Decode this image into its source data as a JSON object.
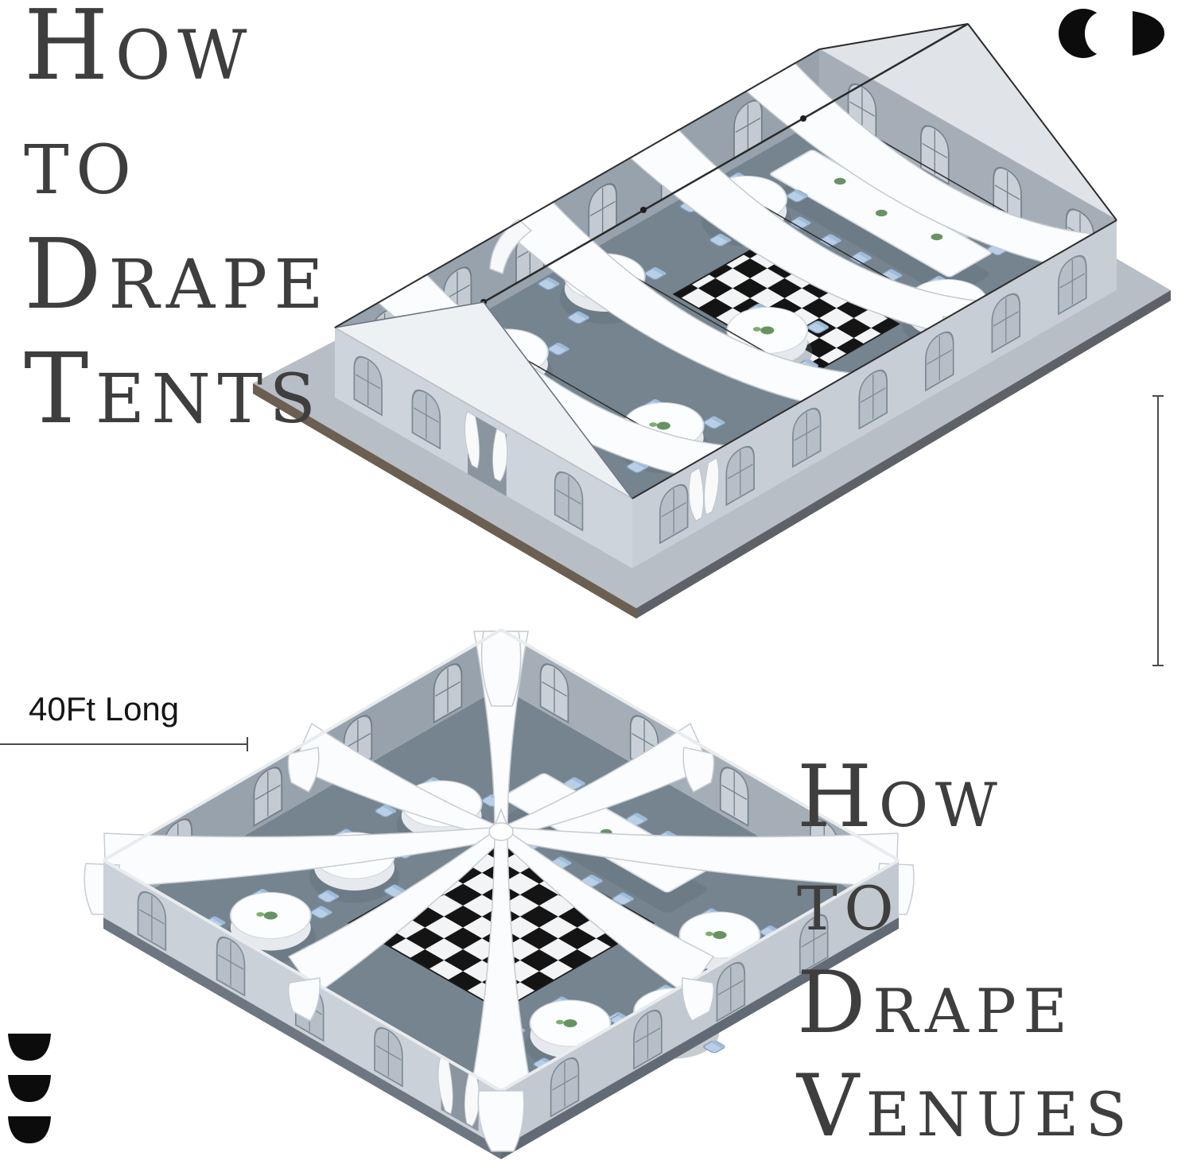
{
  "titles": {
    "top": {
      "lines": [
        "How",
        "to",
        "Drape",
        "Tents"
      ]
    },
    "bottom": {
      "lines": [
        "How",
        "to",
        "Drape",
        "Venues"
      ]
    }
  },
  "dimension": {
    "length_label": "40Ft Long"
  },
  "icons": {
    "top_right": "brand-crescent-circles-icon",
    "bottom_left": "brand-stacked-semicircles-icon"
  },
  "illustrations": {
    "top": "frame-tent-with-ceiling-swag-drapes",
    "bottom": "open-square-venue-with-radial-ceiling-drapes"
  },
  "colors": {
    "title_text": "#3e3e3e",
    "ground": "#b8bec6",
    "floor": "#76848f",
    "wall_exterior": "#c7ced6",
    "wall_interior": "#98a2ac",
    "drape": "#fbfcfd",
    "chair": "#b9cfe6",
    "checker_dark": "#141414",
    "checker_light": "#f2f4f6",
    "dimension_line": "#4a4a4a"
  }
}
